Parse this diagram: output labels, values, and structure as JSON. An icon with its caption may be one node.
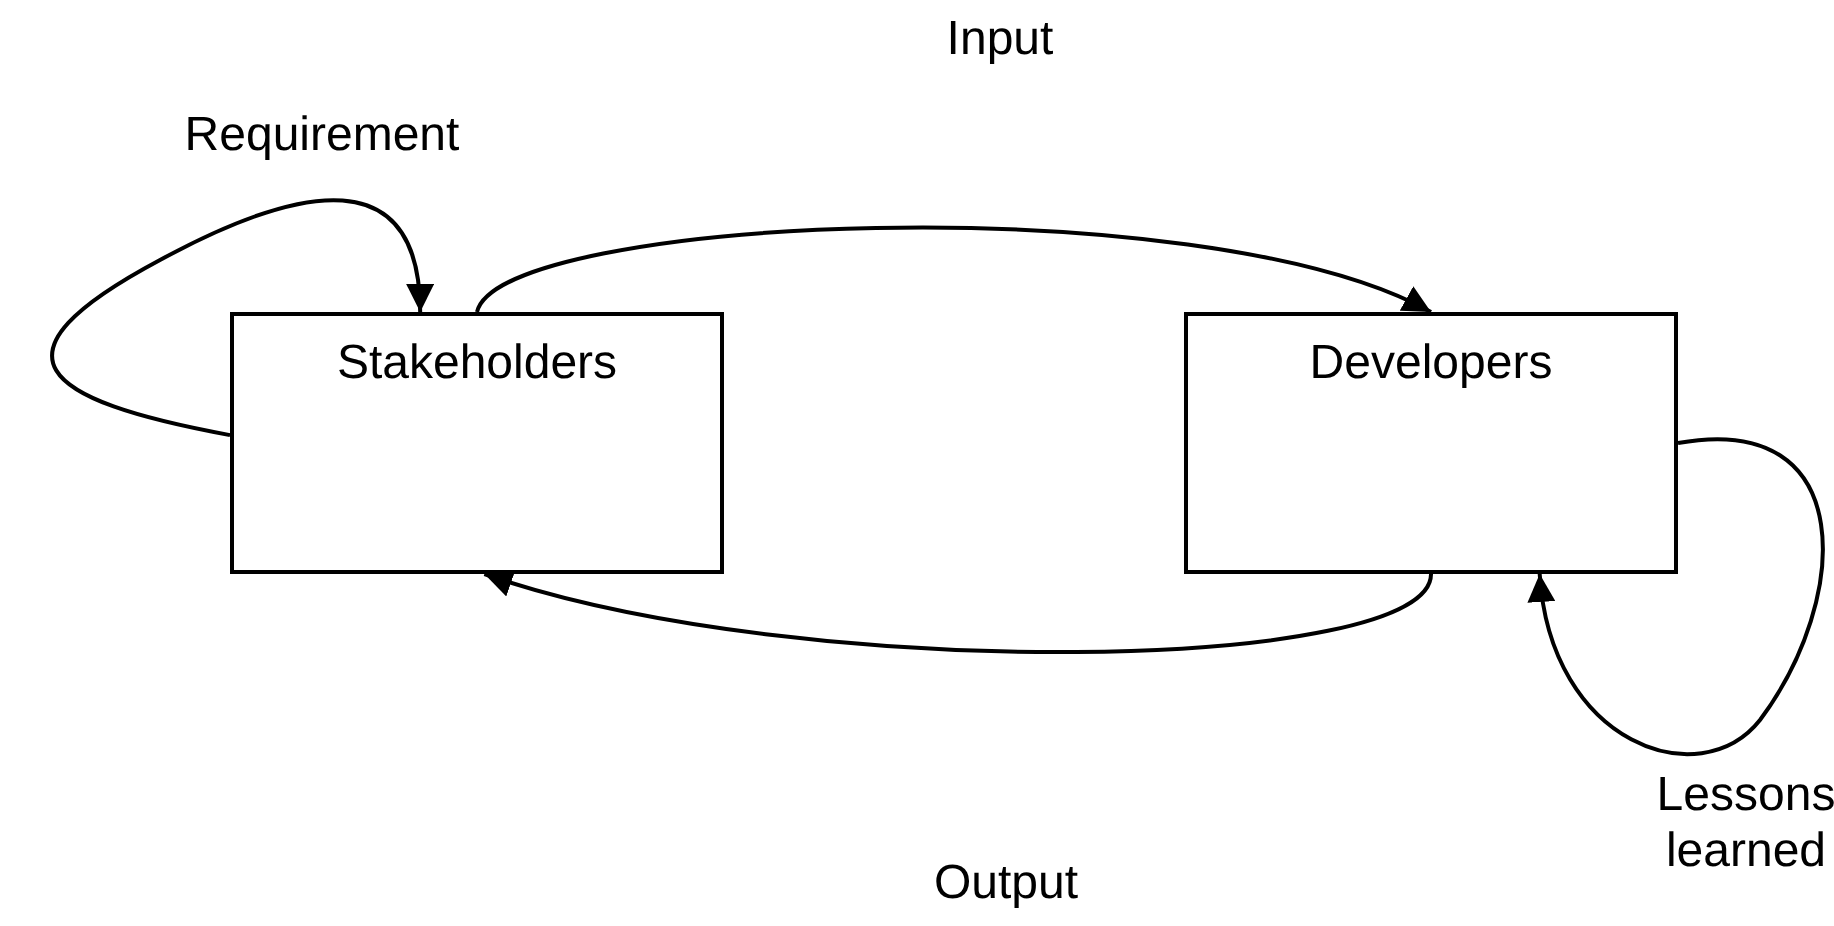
{
  "diagram": {
    "nodes": [
      {
        "text": [
          "Stakeholders"
        ]
      },
      {
        "text": [
          "Developers"
        ]
      }
    ],
    "edges": [
      {
        "from": 0,
        "to": 0,
        "arrow": "to",
        "label": "Requirement"
      },
      {
        "from": 0,
        "to": 1,
        "arrow": "to"
      },
      {
        "from": 1,
        "to": 0,
        "arrow": "to"
      },
      {
        "from": 1,
        "to": 1,
        "arrow": "to",
        "label": "Lessons learned"
      }
    ],
    "labels": [
      "Input",
      "Output"
    ]
  }
}
